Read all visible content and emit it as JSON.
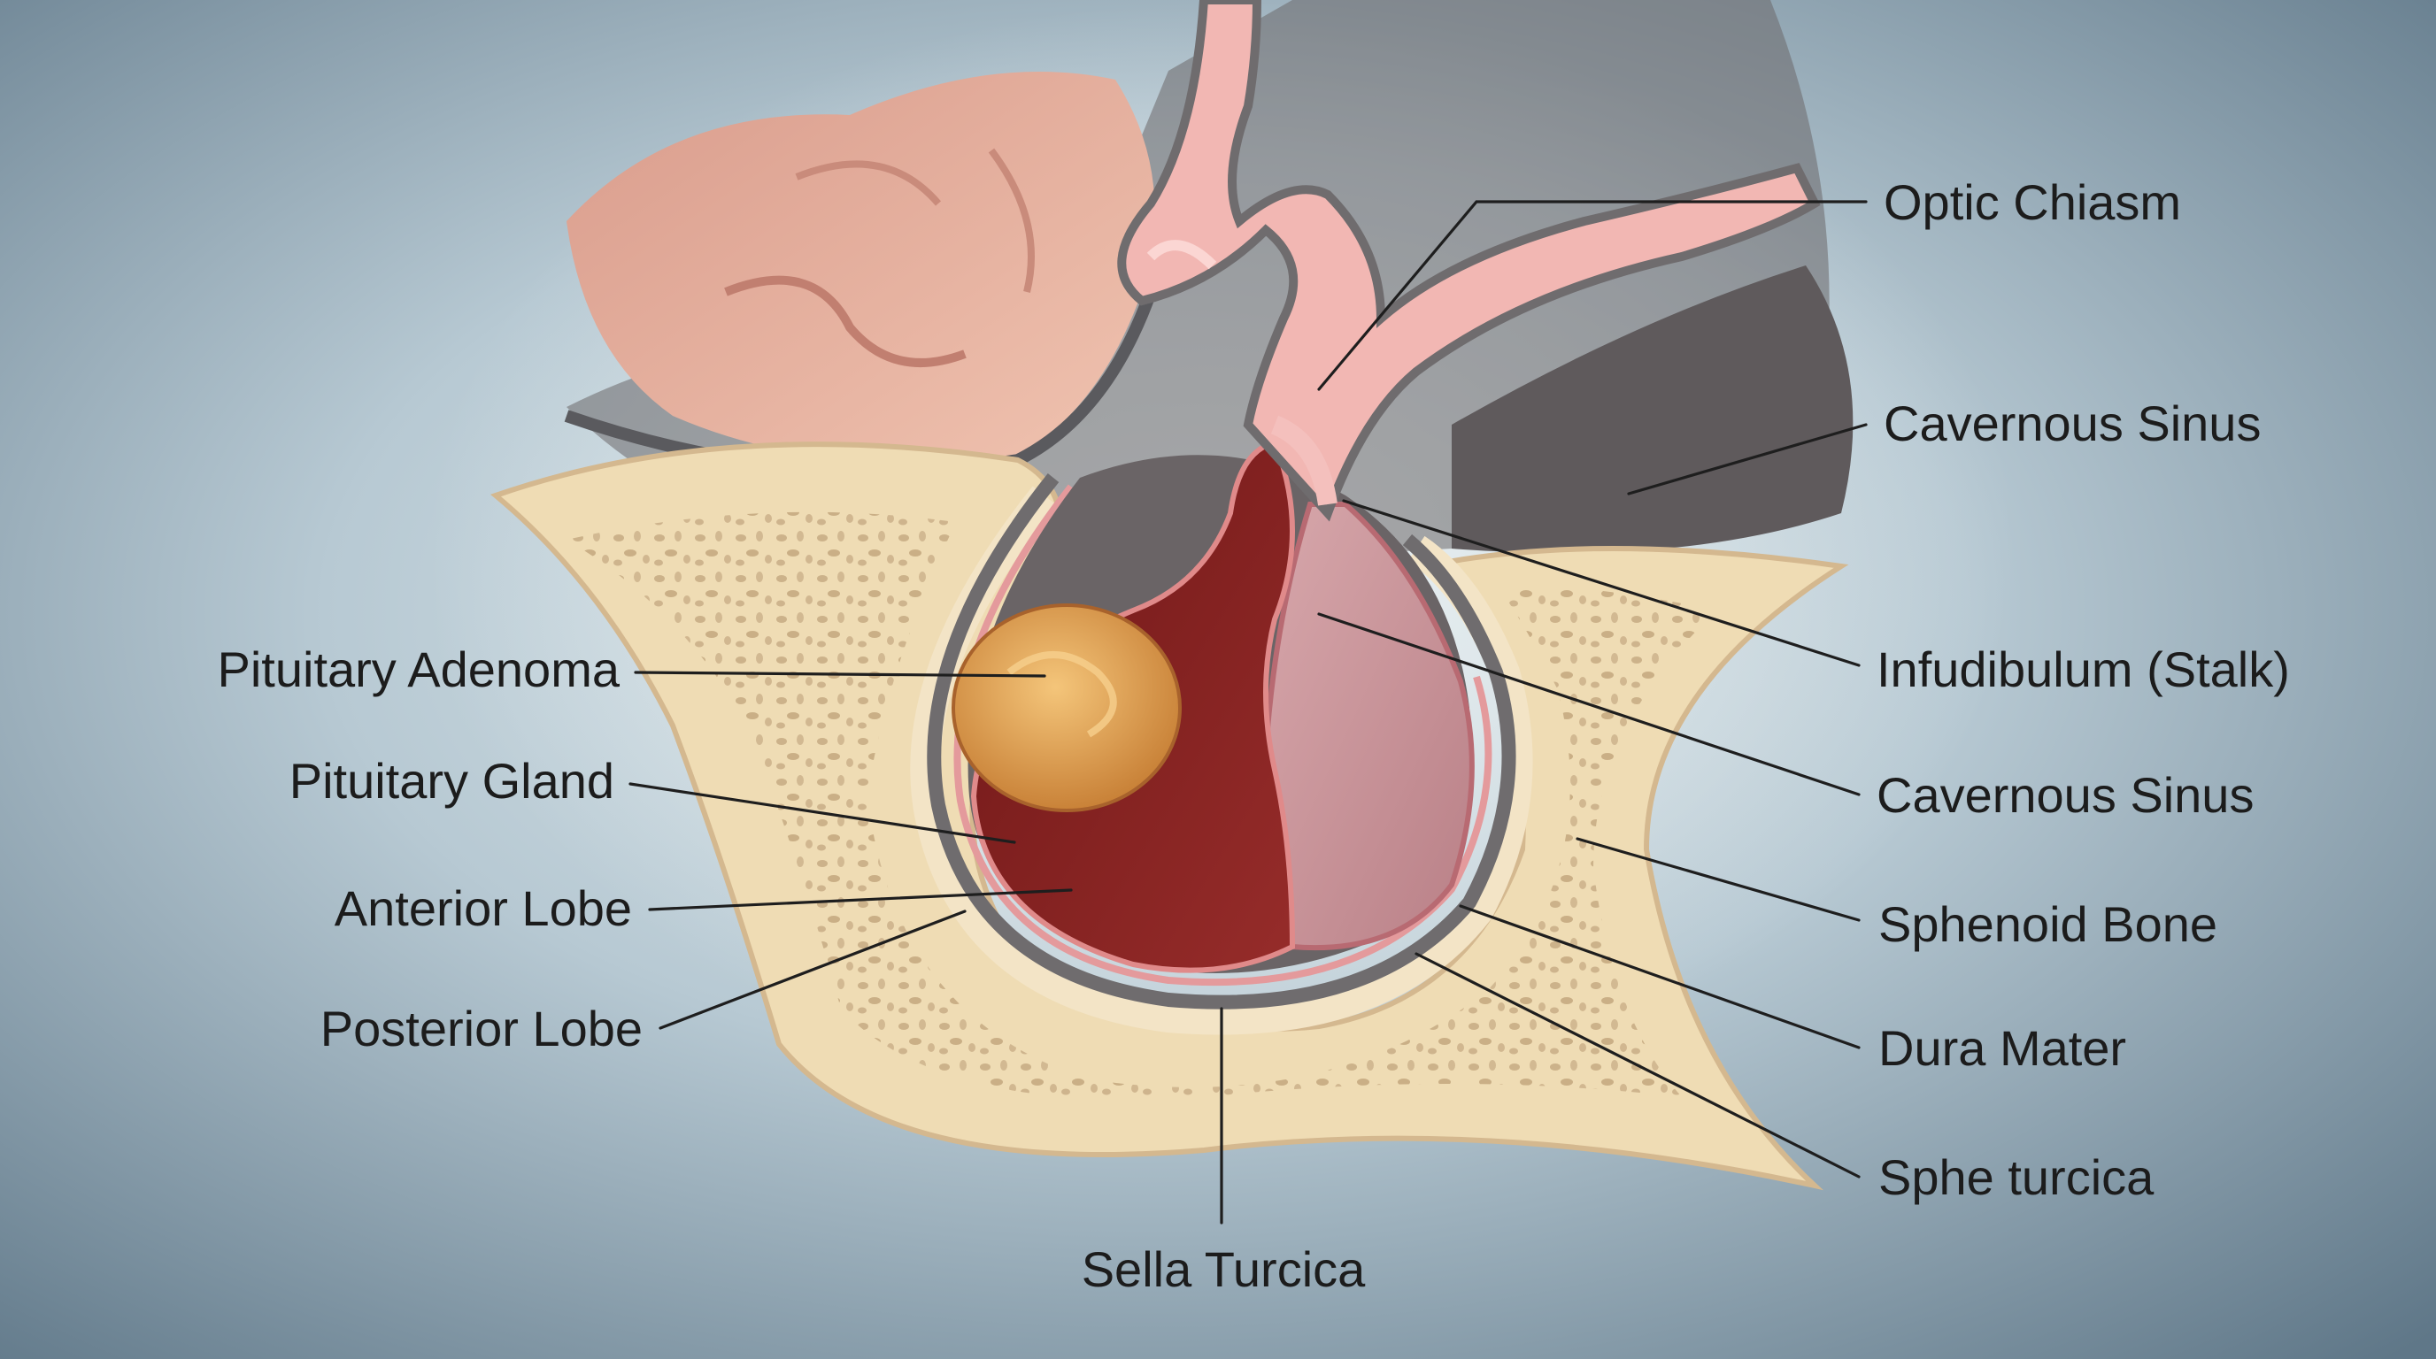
{
  "labels": {
    "optic_chiasm": "Optic Chiasm",
    "cavernous_sinus_upper": "Cavernous Sinus",
    "infundibulum": "Infudibulum (Stalk)",
    "cavernous_sinus_lower": "Cavernous Sinus",
    "sphenoid_bone": "Sphenoid Bone",
    "dura_mater": "Dura Mater",
    "sphe_turcica": "Sphe turcica",
    "pituitary_adenoma": "Pituitary Adenoma",
    "pituitary_gland": "Pituitary Gland",
    "anterior_lobe": "Anterior Lobe",
    "posterior_lobe": "Posterior Lobe",
    "sella_turcica": "Sella Turcica"
  },
  "colors": {
    "background_center": "#d7e3e7",
    "background_edge": "#5f7788",
    "bone": "#efdcb4",
    "bone_pores": "#c9b08a",
    "brain": "#e9b6a1",
    "dura": "#6f6c6e",
    "nerve_pink": "#f2b7b3",
    "anterior_lobe": "#7e1f1f",
    "posterior_lobe": "#c9959b",
    "adenoma": "#e6a557",
    "sinus_dark": "#5f5a5c",
    "leader_line": "#1e1e1e"
  }
}
